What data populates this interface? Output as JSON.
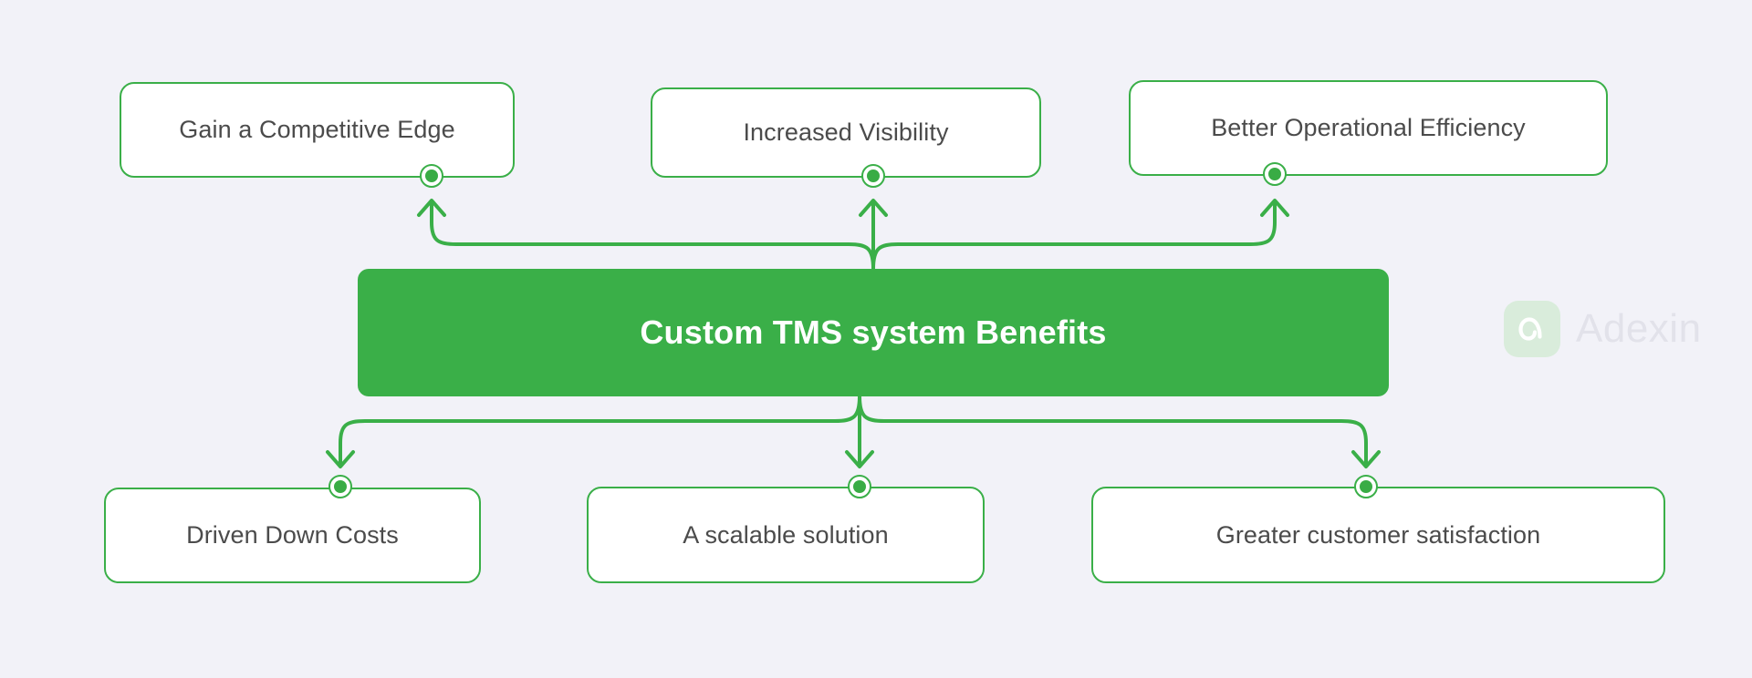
{
  "diagram": {
    "title": "Custom TMS system Benefits",
    "accent_color": "#3aaf48",
    "background_color": "#f2f2f8",
    "text_color": "#4b4b4b",
    "center_text_color": "#ffffff",
    "top_nodes": [
      {
        "label": "Gain a Competitive Edge"
      },
      {
        "label": "Increased Visibility"
      },
      {
        "label": "Better Operational Efficiency"
      }
    ],
    "bottom_nodes": [
      {
        "label": "Driven Down Costs"
      },
      {
        "label": "A scalable solution"
      },
      {
        "label": "Greater customer satisfaction"
      }
    ]
  },
  "watermark": {
    "brand": "Adexin",
    "mark_icon": "adexin-a-logo-icon",
    "mark_background": "#d9ecdb",
    "text_color": "#e2e2ea"
  }
}
